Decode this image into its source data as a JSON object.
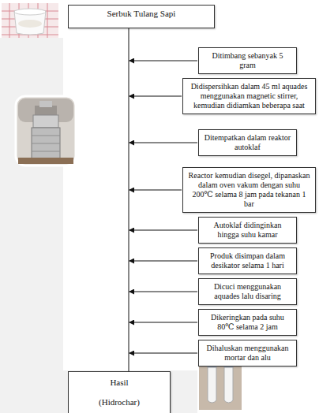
{
  "diagram": {
    "nodes": [
      {
        "text": [
          "Serbuk Tulang Sapi"
        ]
      },
      {
        "text": [
          "Ditimbang sebanyak 5 gram"
        ]
      },
      {
        "text": [
          "Didispersihkan dalam 45 ml aquades menggunakan magnetic stirrer, kemudian didiamkan beberapa saat"
        ]
      },
      {
        "text": [
          "Ditempatkan dalam reaktor autoklaf"
        ]
      },
      {
        "text": [
          "Reactor kemudian disegel, dipanaskan dalam oven vakum dengan suhu 200℃ selama 8 jam pada tekanan 1 bar"
        ]
      },
      {
        "text": [
          "Autoklaf didinginkan hingga suhu kamar"
        ]
      },
      {
        "text": [
          "Produk disimpan dalam desikator selama 1 hari"
        ]
      },
      {
        "text": [
          "Dicuci menggunakan aquades lalu disaring"
        ]
      },
      {
        "text": [
          "Dikeringkan pada suhu 80℃ selama 2 jam"
        ]
      },
      {
        "text": [
          "Dihaluskan menggunakan mortar dan alu"
        ]
      },
      {
        "text": [
          "Hasil",
          "(Hidrochar)"
        ]
      }
    ],
    "edges": [
      {
        "from": 0,
        "to": 10,
        "arrow": "none"
      }
    ]
  }
}
